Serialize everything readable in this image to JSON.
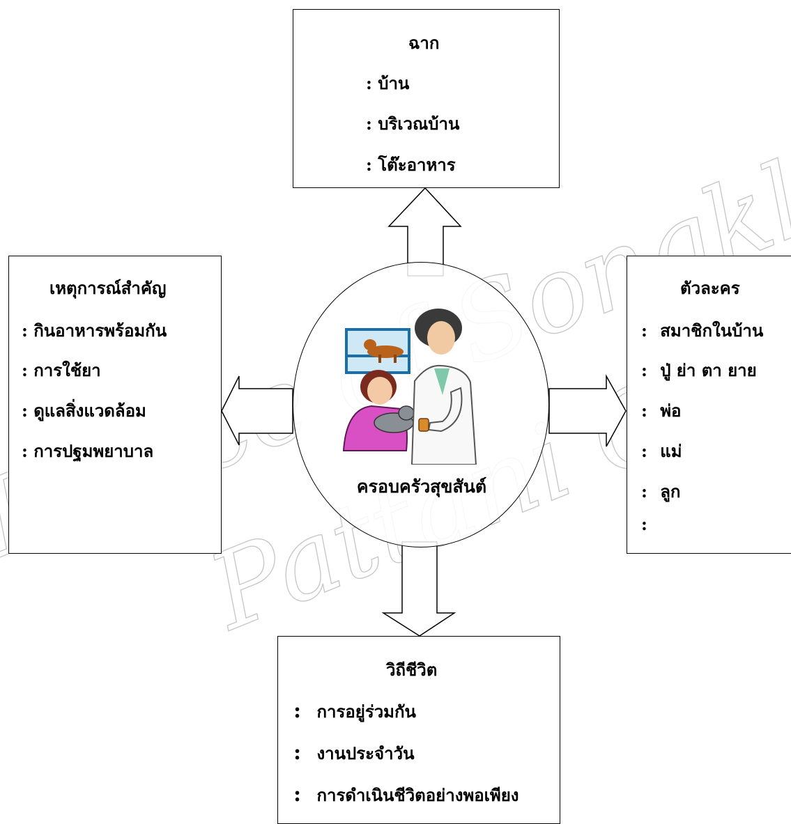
{
  "watermark": {
    "line1": "Prince of Songkla University",
    "line2": "Pattani Campus"
  },
  "setting_box": {
    "title": "ฉาก",
    "items": [
      ": บ้าน",
      ": บริเวณบ้าน",
      ": โต๊ะอาหาร"
    ]
  },
  "events_box": {
    "title": "เหตุการณ์สำคัญ",
    "items": [
      ": กินอาหารพร้อมกัน",
      ": การใช้ยา",
      ": ดูแลสิ่งแวดล้อม",
      ": การปฐมพยาบาล"
    ]
  },
  "characters_box": {
    "title": "ตัวละคร",
    "items": [
      {
        "colon": ":",
        "text": "สมาชิกในบ้าน"
      },
      {
        "colon": ":",
        "text": "ปู่ ย่า  ตา ยาย"
      },
      {
        "colon": ":",
        "text": "พ่อ"
      },
      {
        "colon": ":",
        "text": " แม่"
      },
      {
        "colon": ":",
        "text": "ลูก"
      },
      {
        "colon": ":",
        "text": ""
      }
    ]
  },
  "lifestyle_box": {
    "title": "วิถีชีวิต",
    "items": [
      {
        "colon": ":",
        "text": "การอยู่ร่วมกัน"
      },
      {
        "colon": ":",
        "text": "งานประจำวัน"
      },
      {
        "colon": ":",
        "text": "การดำเนินชีวิตอย่างพอเพียง"
      }
    ]
  },
  "center": {
    "label": "ครอบครัวสุขสันต์",
    "clipart": "veterinarian-with-girl-and-cat-clipart"
  }
}
